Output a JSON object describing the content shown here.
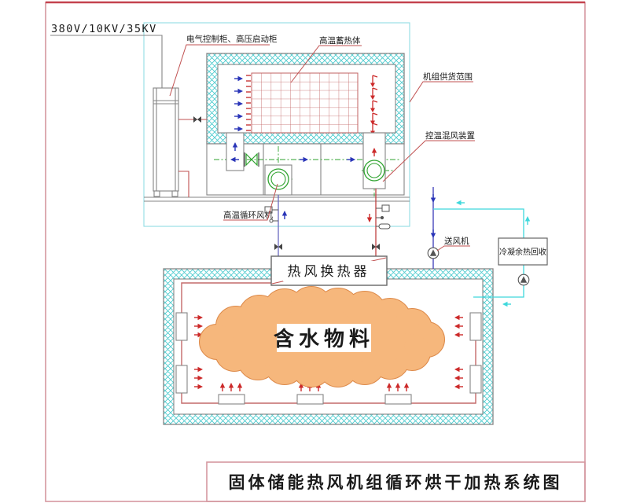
{
  "title_block": {
    "title": "固体储能热风机组循环烘干加热系统图"
  },
  "labels": {
    "power_supply": "380V/10KV/35KV",
    "control_cabinet": "电气控制柜、高压启动柜",
    "heat_storage": "高温蓄热体",
    "supply_scope": "机组供货范围",
    "mixing_device": "控温混风装置",
    "circulation_fan": "高温循环风机",
    "heat_exchanger": "热风换热器",
    "blower": "送风机",
    "heat_recovery": "冷凝余热回收",
    "wet_material": "含水物料"
  },
  "colors": {
    "frame_pink": "#d598a0",
    "frame_top_red": "#c4424e",
    "hatch_cyan": "#4ecccf",
    "boundary_cyan": "#90dce3",
    "grid_red": "#c06060",
    "pipe_hot_red": "#c46a6a",
    "leader_red": "#c05050",
    "line_blue": "#3a3ab8",
    "line_cyan": "#3fd8dc",
    "line_green": "#2fa32f",
    "cloud_fill": "#f6b77c",
    "cloud_edge": "#dd8a4a",
    "structure_gray": "#858585"
  }
}
